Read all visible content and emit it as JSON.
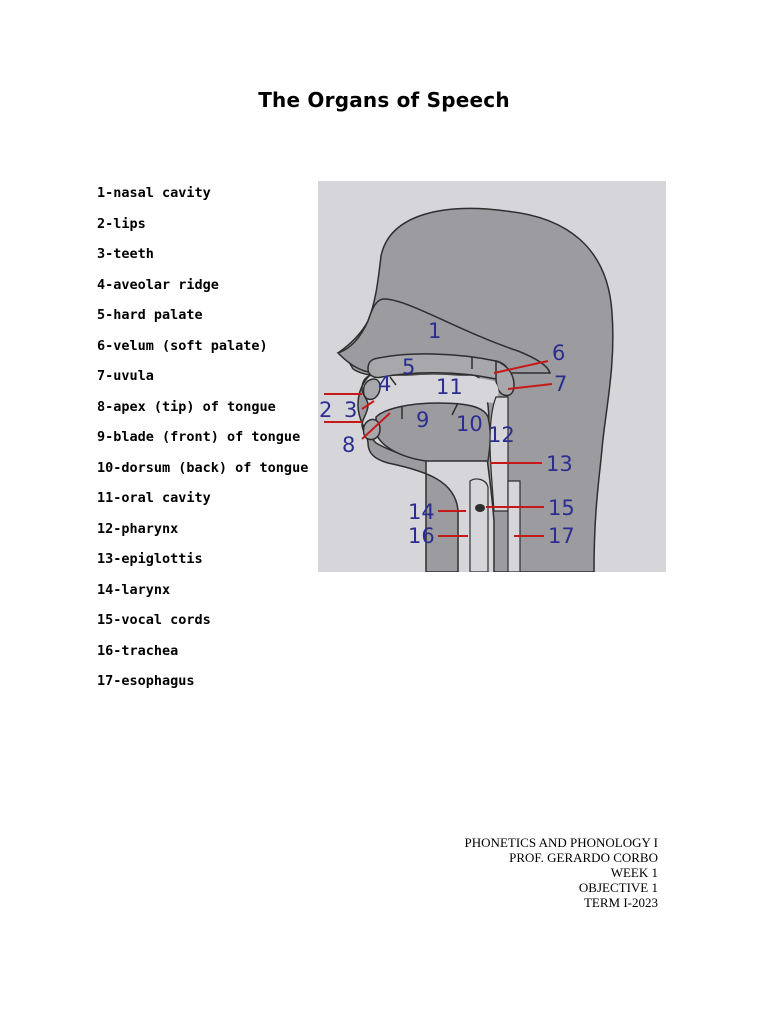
{
  "title": "The Organs of Speech",
  "legend": [
    "1-nasal cavity",
    "2-lips",
    "3-teeth",
    "4-aveolar ridge",
    "5-hard palate",
    "6-velum (soft palate)",
    "7-uvula",
    "8-apex (tip) of tongue",
    "9-blade (front) of tongue",
    "10-dorsum (back) of tongue",
    "11-oral cavity",
    "12-pharynx",
    "13-epiglottis",
    "14-larynx",
    "15-vocal cords",
    "16-trachea",
    "17-esophagus"
  ],
  "diagram": {
    "labels": [
      "1",
      "2",
      "3",
      "4",
      "5",
      "6",
      "7",
      "8",
      "9",
      "10",
      "11",
      "12",
      "13",
      "14",
      "15",
      "16",
      "17"
    ],
    "colors": {
      "background": "#d6d6da",
      "tissue": "#9c9ca0",
      "outline": "#2e2e2e",
      "label": "#2b2e8e",
      "arrow": "#c61a1a"
    }
  },
  "footer": {
    "line1": "PHONETICS AND PHONOLOGY I",
    "line2": "PROF. GERARDO CORBO",
    "line3": "WEEK 1",
    "line4": "OBJECTIVE 1",
    "line5": "TERM I-2023"
  }
}
